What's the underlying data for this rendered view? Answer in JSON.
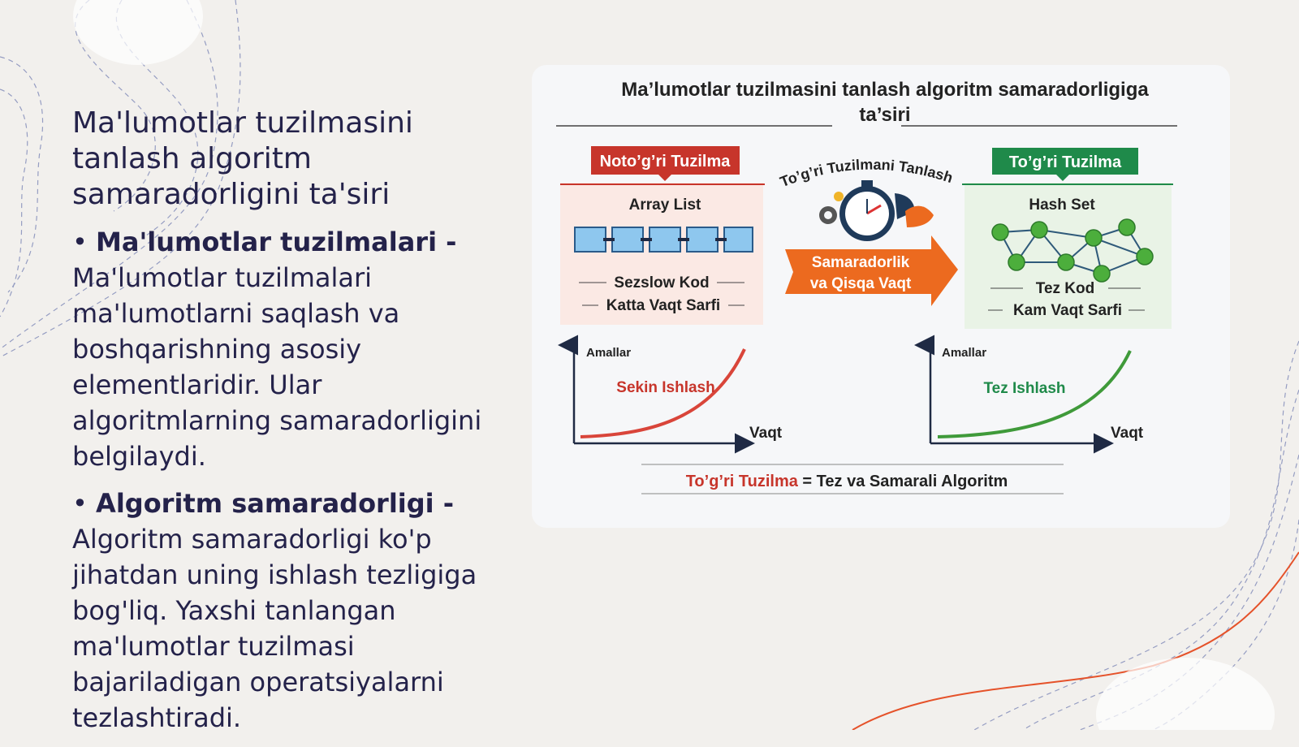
{
  "slide": {
    "title": "Ma'lumotlar tuzilmasini tanlash algoritm samaradorligini ta'siri",
    "bullets": [
      {
        "term": "Ma'lumotlar tuzilmalari -",
        "text": "Ma'lumotlar tuzilmalari ma'lumotlarni saqlash va boshqarishning asosiy elementlaridir. Ular algoritmlarning samaradorligini belgilaydi."
      },
      {
        "term": "Algoritm samaradorligi -",
        "text": "Algoritm samaradorligi ko'p jihatdan uning ishlash tezligiga bog'liq. Yaxshi tanlangan ma'lumotlar tuzilmasi bajariladigan operatsiyalarni tezlashtiradi."
      }
    ]
  },
  "figure": {
    "title_line1": "Ma’lumotlar tuzilmasini tanlash algoritm samaradorligiga",
    "title_line2": "ta’siri",
    "left": {
      "badge": "Noto’g’ri Tuzilma",
      "structure": "Array List",
      "line1": "Sezslow Kod",
      "line2": "Katta Vaqt Sarfi",
      "chart_label": "Sekin Ishlash",
      "y_axis": "Amallar",
      "x_axis": "Vaqt"
    },
    "middle": {
      "arc_text": "To’g’ri Tuzilmani Tanlash",
      "arrow_line1": "Samaradorlik",
      "arrow_line2": "va Qisqa Vaqt"
    },
    "right": {
      "badge": "To’g’ri Tuzilma",
      "structure": "Hash Set",
      "line1": "Tez Kod",
      "line2": "Kam Vaqt Sarfi",
      "chart_label": "Tez Ishlash",
      "y_axis": "Amallar",
      "x_axis": "Vaqt"
    },
    "footer": {
      "highlight": "To’g’ri Tuzilma",
      "rest": " = Tez va Samarali Algoritm"
    },
    "colors": {
      "red": "#c7352b",
      "green": "#1f8a4a",
      "orange": "#ec6a1f",
      "navy": "#1f3a5a"
    }
  }
}
